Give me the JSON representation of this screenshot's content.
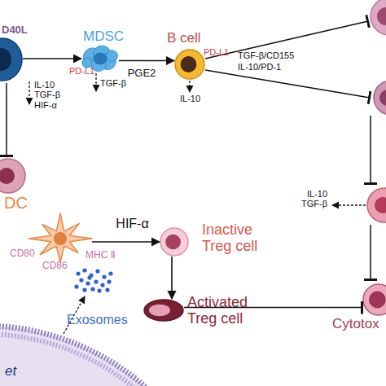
{
  "diagram": {
    "nodes": [
      {
        "text": [
          "D40L"
        ]
      },
      {
        "text": [
          "MDSC",
          "PD-L1"
        ]
      },
      {
        "text": [
          "B cell",
          "PD-L1"
        ]
      },
      {
        "text": [
          "DC",
          "CD80",
          "CD86",
          "MHC Ⅱ"
        ]
      },
      {
        "text": [
          "Inactive Treg cell"
        ]
      },
      {
        "text": [
          "Exosomes"
        ]
      },
      {
        "text": [
          "Activated Treg cell"
        ]
      },
      {
        "text": [
          "Cytotox"
        ]
      }
    ],
    "edges": [
      {
        "from": 0,
        "to": 1,
        "arrow": "to"
      },
      {
        "from": 1,
        "to": 2,
        "label": "PGE2",
        "arrow": "to"
      },
      {
        "from": 3,
        "to": 4,
        "label": "HIF-α",
        "arrow": "to"
      },
      {
        "from": 4,
        "to": 6,
        "arrow": "to"
      },
      {
        "from": 6,
        "to": 7,
        "arrow": "to"
      }
    ],
    "labels": [
      "TGF-β/CD155",
      "IL-10/PD-1",
      "IL-10 TGF-β HIF-α",
      "TGF-β",
      "IL-10",
      "IL-10 TGF-β",
      "et"
    ]
  }
}
